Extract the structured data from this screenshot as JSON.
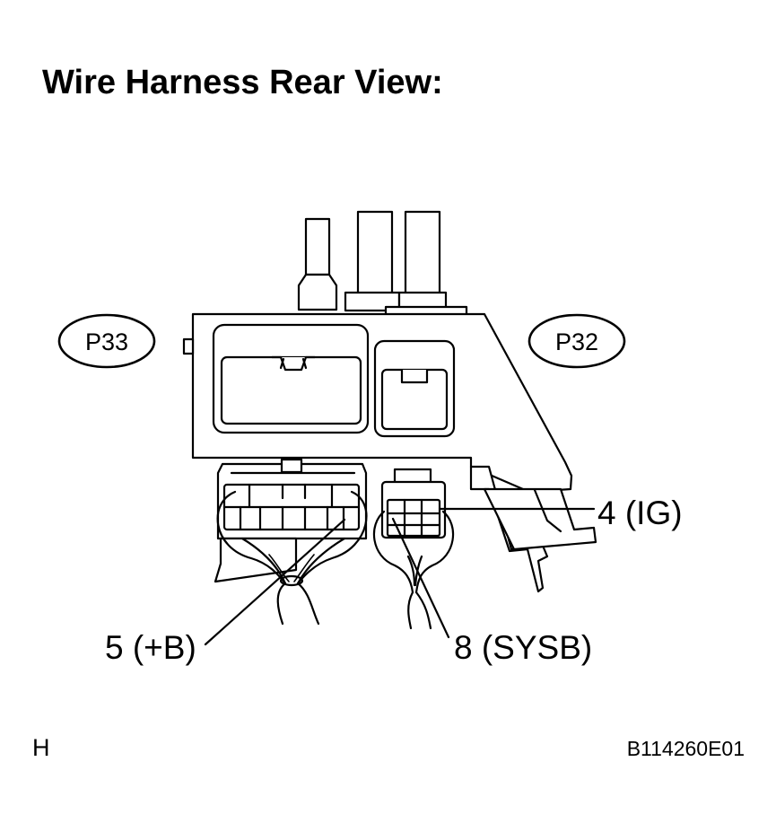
{
  "title": "Wire Harness Rear View:",
  "connectors": {
    "left": {
      "code": "P33"
    },
    "right": {
      "code": "P32"
    }
  },
  "callouts": {
    "ig": "4 (IG)",
    "plus_b": "5 (+B)",
    "sysb": "8 (SYSB)"
  },
  "footer": {
    "left_mark": "H",
    "drawing_code": "B114260E01"
  }
}
